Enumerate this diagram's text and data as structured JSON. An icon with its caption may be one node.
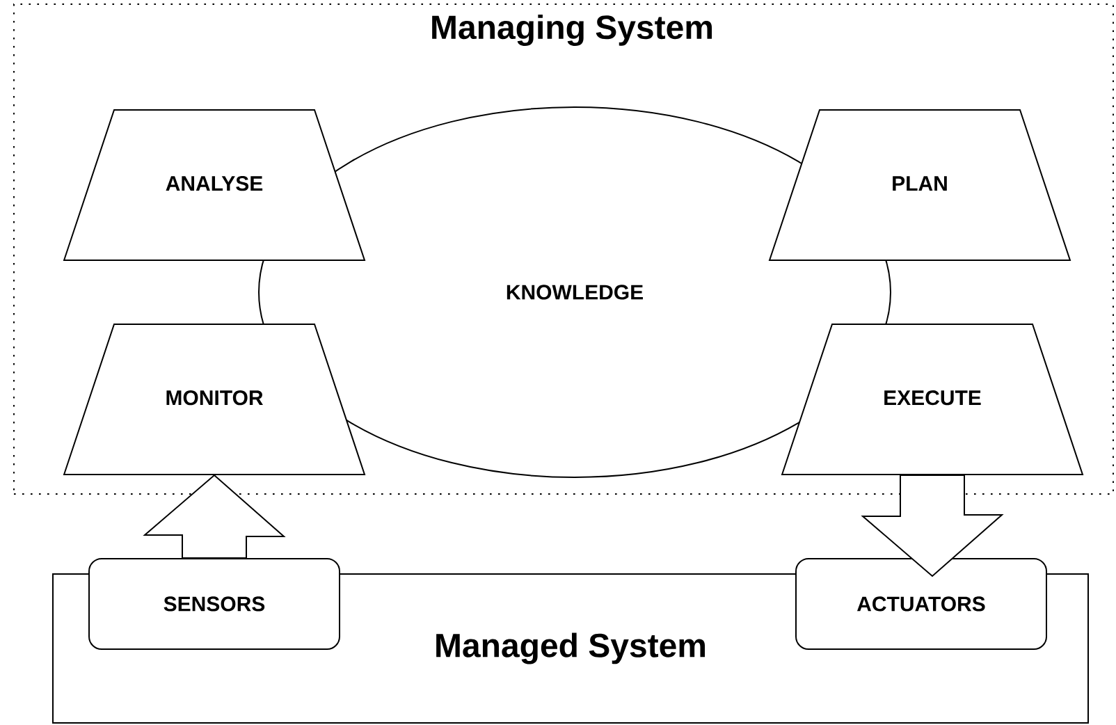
{
  "diagram": {
    "nodes": [
      {
        "text": [
          "Managing System"
        ]
      },
      {
        "text": [
          "ANALYSE"
        ],
        "in": 0
      },
      {
        "text": [
          "KNOWLEDGE"
        ],
        "in": 0
      },
      {
        "text": [
          "PLAN"
        ],
        "in": 0
      },
      {
        "text": [
          "MONITOR"
        ],
        "in": 0
      },
      {
        "text": [
          "EXECUTE"
        ],
        "in": 0
      },
      {
        "text": [
          "Managed System"
        ]
      },
      {
        "text": [
          "SENSORS"
        ]
      },
      {
        "text": [
          "ACTUATORS"
        ]
      }
    ],
    "edges": [
      {
        "from": 7,
        "to": 4,
        "arrow": "to"
      },
      {
        "from": 5,
        "to": 8,
        "arrow": "to"
      }
    ]
  }
}
